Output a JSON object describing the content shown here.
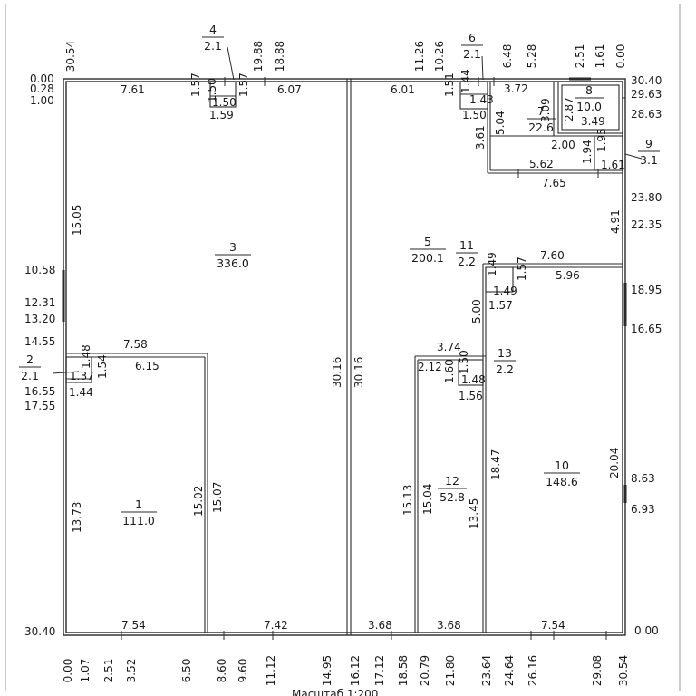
{
  "scale_label": "Масштаб 1:200",
  "rooms": [
    {
      "num": "1",
      "area": "111.0"
    },
    {
      "num": "2",
      "area": "2.1"
    },
    {
      "num": "3",
      "area": "336.0"
    },
    {
      "num": "4",
      "area": "2.1"
    },
    {
      "num": "5",
      "area": "200.1"
    },
    {
      "num": "6",
      "area": "2.1"
    },
    {
      "num": "7",
      "area": "22.6"
    },
    {
      "num": "8",
      "area": "10.0"
    },
    {
      "num": "9",
      "area": "3.1"
    },
    {
      "num": "10",
      "area": "148.6"
    },
    {
      "num": "11",
      "area": "2.2"
    },
    {
      "num": "12",
      "area": "52.8"
    },
    {
      "num": "13",
      "area": "2.2"
    }
  ],
  "bottom_axis": [
    "0.00",
    "1.07",
    "2.51",
    "3.52",
    "6.50",
    "8.60",
    "9.60",
    "11.12",
    "14.95",
    "16.12",
    "17.12",
    "18.58",
    "20.79",
    "21.80",
    "23.64",
    "24.64",
    "26.16",
    "29.08",
    "30.54"
  ],
  "left_axis": [
    "0.00",
    "0.28",
    "1.00",
    "10.58",
    "12.31",
    "13.20",
    "14.55",
    "16.55",
    "17.55",
    "30.40"
  ],
  "top_axis": [
    "30.54",
    "19.88",
    "18.88",
    "11.26",
    "10.26",
    "6.48",
    "5.28",
    "2.51",
    "1.61",
    "0.00"
  ],
  "right_axis": [
    "30.40",
    "29.63",
    "28.63",
    "23.80",
    "22.35",
    "18.95",
    "16.65",
    "8.63",
    "6.93",
    "0.00"
  ],
  "dims": {
    "d_7_61": "7.61",
    "d_1_57a": "1.57",
    "d_1_50a": "1.50",
    "d_1_50b": "1.50",
    "d_1_59": "1.59",
    "d_1_57b": "1.57",
    "d_6_07": "6.07",
    "d_6_01": "6.01",
    "d_1_51": "1.51",
    "d_1_44": "1.44",
    "d_1_43": "1.43",
    "d_1_50c": "1.50",
    "d_3_72": "3.72",
    "d_5_04": "5.04",
    "d_3_09": "3.09",
    "d_3_61": "3.61",
    "d_2_87": "2.87",
    "d_3_49": "3.49",
    "d_2_00": "2.00",
    "d_1_94": "1.94",
    "d_1_95": "1.95",
    "d_1_61": "1.61",
    "d_5_62": "5.62",
    "d_7_65": "7.65",
    "d_4_91": "4.91",
    "d_7_60": "7.60",
    "d_5_96": "5.96",
    "d_1_49a": "1.49",
    "d_1_49b": "1.49",
    "d_1_57c": "1.57",
    "d_1_57d": "1.57",
    "d_5_00": "5.00",
    "d_15_05": "15.05",
    "d_7_58": "7.58",
    "d_6_15": "6.15",
    "d_1_48a": "1.48",
    "d_1_37": "1.37",
    "d_1_54": "1.54",
    "d_1_44b": "1.44",
    "d_13_73": "13.73",
    "d_15_02": "15.02",
    "d_15_07": "15.07",
    "d_30_16a": "30.16",
    "d_30_16b": "30.16",
    "d_3_74": "3.74",
    "d_2_12": "2.12",
    "d_1_50d": "1.50",
    "d_1_60": "1.60",
    "d_1_48b": "1.48",
    "d_1_56": "1.56",
    "d_15_13": "15.13",
    "d_15_04": "15.04",
    "d_13_45": "13.45",
    "d_18_47": "18.47",
    "d_20_04": "20.04",
    "d_7_54a": "7.54",
    "d_7_42": "7.42",
    "d_3_68a": "3.68",
    "d_3_68b": "3.68",
    "d_7_54b": "7.54"
  },
  "colors": {
    "line": "#2a2a2a",
    "text": "#1a1a1a",
    "background": "#ffffff"
  }
}
